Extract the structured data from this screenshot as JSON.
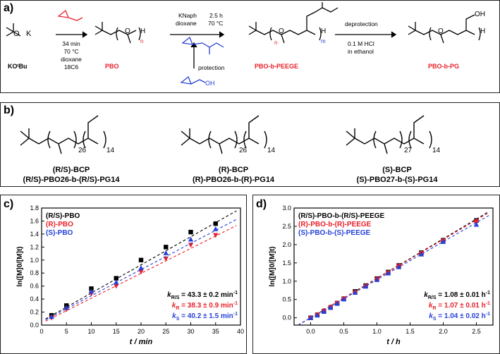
{
  "panels": {
    "a": {
      "label": "a)",
      "reagent_base": "KOᵗBu",
      "step1_conditions": [
        "34 min",
        "70 °C",
        "dioxane",
        "18C6"
      ],
      "pbo_label": "PBO",
      "step2_top": [
        "KNaph",
        "dioxane"
      ],
      "step2_right": [
        "2.5 h",
        "70 °C"
      ],
      "protection_label": "protection",
      "pbo_peege_label": "PBO-b-PEEGE",
      "step3_top": "deprotection",
      "step3_bottom": [
        "0.1 M HCl",
        "in ethanol"
      ],
      "pbo_pg_label": "PBO-b-PG",
      "sub_n": "n",
      "sub_m": "m",
      "atom_o": "O",
      "atom_h": "H",
      "atom_oh": "OH",
      "atom_k": "K",
      "colors": {
        "red": "#e8202a",
        "blue": "#2541d8"
      }
    },
    "b": {
      "label": "b)",
      "structures": [
        {
          "n": "26",
          "m": "14",
          "name": "(R/S)-BCP",
          "formula": "(R/S)-PBO26-b-(R/S)-PG14"
        },
        {
          "n": "26",
          "m": "14",
          "name": "(R)-BCP",
          "formula": "(R)-PBO26-b-(R)-PG14"
        },
        {
          "n": "27",
          "m": "14",
          "name": "(S)-BCP",
          "formula": "(S)-PBO27-b-(S)-PG14"
        }
      ]
    },
    "c": {
      "label": "c)"
    },
    "d": {
      "label": "d)"
    }
  },
  "chart_data": [
    {
      "type": "scatter",
      "panel": "c",
      "xlabel": "t / min",
      "ylabel": "ln([M]0/[M]t)",
      "xlim": [
        0,
        40
      ],
      "ylim": [
        0.0,
        1.8
      ],
      "xticks": [
        0,
        5,
        10,
        15,
        20,
        25,
        30,
        35,
        40
      ],
      "yticks": [
        0.0,
        0.2,
        0.4,
        0.6,
        0.8,
        1.0,
        1.2,
        1.4,
        1.6,
        1.8
      ],
      "legend_position": "top-left",
      "series": [
        {
          "name": "(R/S)-PBO",
          "color": "#000000",
          "marker": "square",
          "x": [
            2,
            5,
            10,
            15,
            20,
            25,
            30,
            35
          ],
          "y": [
            0.15,
            0.3,
            0.56,
            0.72,
            1.0,
            1.2,
            1.43,
            1.56
          ],
          "fit": {
            "slope": 0.0433,
            "intercept": 0.06
          }
        },
        {
          "name": "(R)-PBO",
          "color": "#e8202a",
          "marker": "triangle-down",
          "x": [
            2,
            5,
            10,
            15,
            20,
            25,
            30,
            35
          ],
          "y": [
            0.11,
            0.24,
            0.48,
            0.6,
            0.82,
            1.02,
            1.23,
            1.38
          ],
          "fit": {
            "slope": 0.0383,
            "intercept": 0.03
          }
        },
        {
          "name": "(S)-PBO",
          "color": "#2541d8",
          "marker": "triangle-up",
          "x": [
            2,
            5,
            10,
            15,
            20,
            25,
            30,
            35
          ],
          "y": [
            0.13,
            0.27,
            0.52,
            0.66,
            0.88,
            1.11,
            1.32,
            1.48
          ],
          "fit": {
            "slope": 0.0402,
            "intercept": 0.05
          }
        }
      ],
      "annotations": [
        {
          "sub": "R/S",
          "text": " = 43.3 ± 0.2 min",
          "color": "#000000"
        },
        {
          "sub": "R",
          "text": " = 38.3 ± 0.9 min",
          "color": "#e8202a"
        },
        {
          "sub": "S",
          "text": " = 40.2 ± 1.5 min",
          "color": "#2541d8"
        }
      ]
    },
    {
      "type": "scatter",
      "panel": "d",
      "xlabel": "t / h",
      "ylabel": "ln([M]0/[M]t)",
      "xlim": [
        -0.25,
        2.75
      ],
      "ylim": [
        -0.2,
        3.0
      ],
      "xticks": [
        0.0,
        0.5,
        1.0,
        1.5,
        2.0,
        2.5
      ],
      "yticks": [
        0.0,
        0.5,
        1.0,
        1.5,
        2.0,
        2.5,
        3.0
      ],
      "legend_position": "top-left",
      "series": [
        {
          "name": "(R/S)-PBO-b-(R/S)-PEEGE",
          "color": "#000000",
          "marker": "square",
          "x": [
            0.0,
            0.1,
            0.2,
            0.3,
            0.4,
            0.5,
            0.67,
            0.83,
            1.0,
            1.17,
            1.33,
            1.67,
            2.0,
            2.5
          ],
          "y": [
            0.0,
            0.08,
            0.18,
            0.28,
            0.4,
            0.52,
            0.72,
            0.88,
            1.07,
            1.25,
            1.43,
            1.78,
            2.12,
            2.66
          ],
          "fit": {
            "slope": 1.08,
            "intercept": 0.0
          }
        },
        {
          "name": "(R)-PBO-b-(R)-PEEGE",
          "color": "#e8202a",
          "marker": "circle",
          "x": [
            0.0,
            0.1,
            0.2,
            0.3,
            0.4,
            0.5,
            0.67,
            0.83,
            1.0,
            1.17,
            1.33,
            1.67,
            2.0,
            2.5
          ],
          "y": [
            0.0,
            0.09,
            0.2,
            0.3,
            0.41,
            0.53,
            0.7,
            0.87,
            1.06,
            1.24,
            1.42,
            1.77,
            2.11,
            2.64
          ],
          "fit": {
            "slope": 1.07,
            "intercept": 0.0
          }
        },
        {
          "name": "(S)-PBO-b-(S)-PEEGE",
          "color": "#2541d8",
          "marker": "triangle-up",
          "x": [
            0.0,
            0.1,
            0.2,
            0.3,
            0.4,
            0.5,
            0.67,
            0.83,
            1.0,
            1.17,
            1.33,
            1.67,
            2.0,
            2.5
          ],
          "y": [
            0.0,
            0.07,
            0.17,
            0.28,
            0.39,
            0.51,
            0.69,
            0.86,
            1.04,
            1.22,
            1.39,
            1.74,
            2.08,
            2.55
          ],
          "fit": {
            "slope": 1.04,
            "intercept": 0.0
          }
        }
      ],
      "annotations": [
        {
          "sub": "R/S",
          "text": " = 1.08 ± 0.01 h",
          "color": "#000000"
        },
        {
          "sub": "R",
          "text": " = 1.07 ± 0.01 h",
          "color": "#e8202a"
        },
        {
          "sub": "S",
          "text": " = 1.04 ± 0.02 h",
          "color": "#2541d8"
        }
      ]
    }
  ]
}
